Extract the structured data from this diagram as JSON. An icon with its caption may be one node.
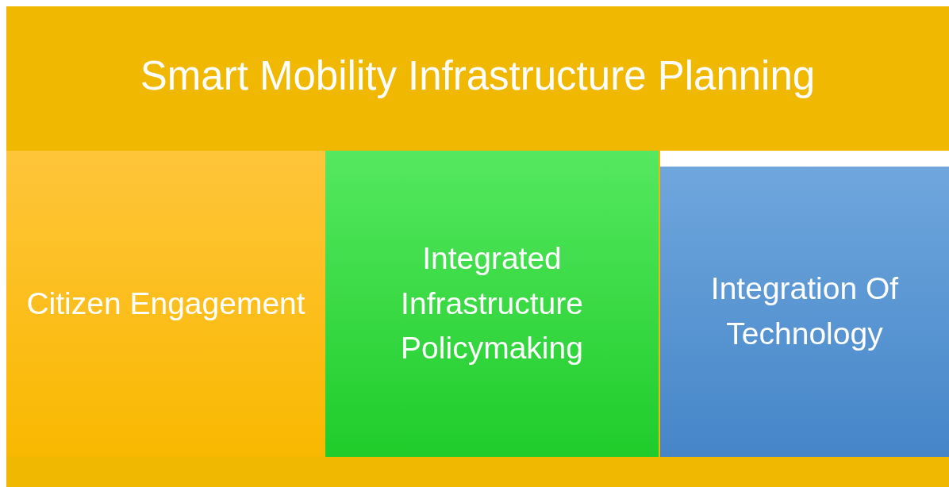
{
  "diagram": {
    "nodes": [
      {
        "text": [
          "Smart Mobility Infrastructure Planning"
        ]
      },
      {
        "text": [
          "Citizen Engagement"
        ],
        "in": 0
      },
      {
        "text": [
          "Integrated Infrastructure Policymaking"
        ],
        "in": 0
      },
      {
        "text": [
          "Integration Of Technology"
        ],
        "in": 0
      }
    ]
  }
}
